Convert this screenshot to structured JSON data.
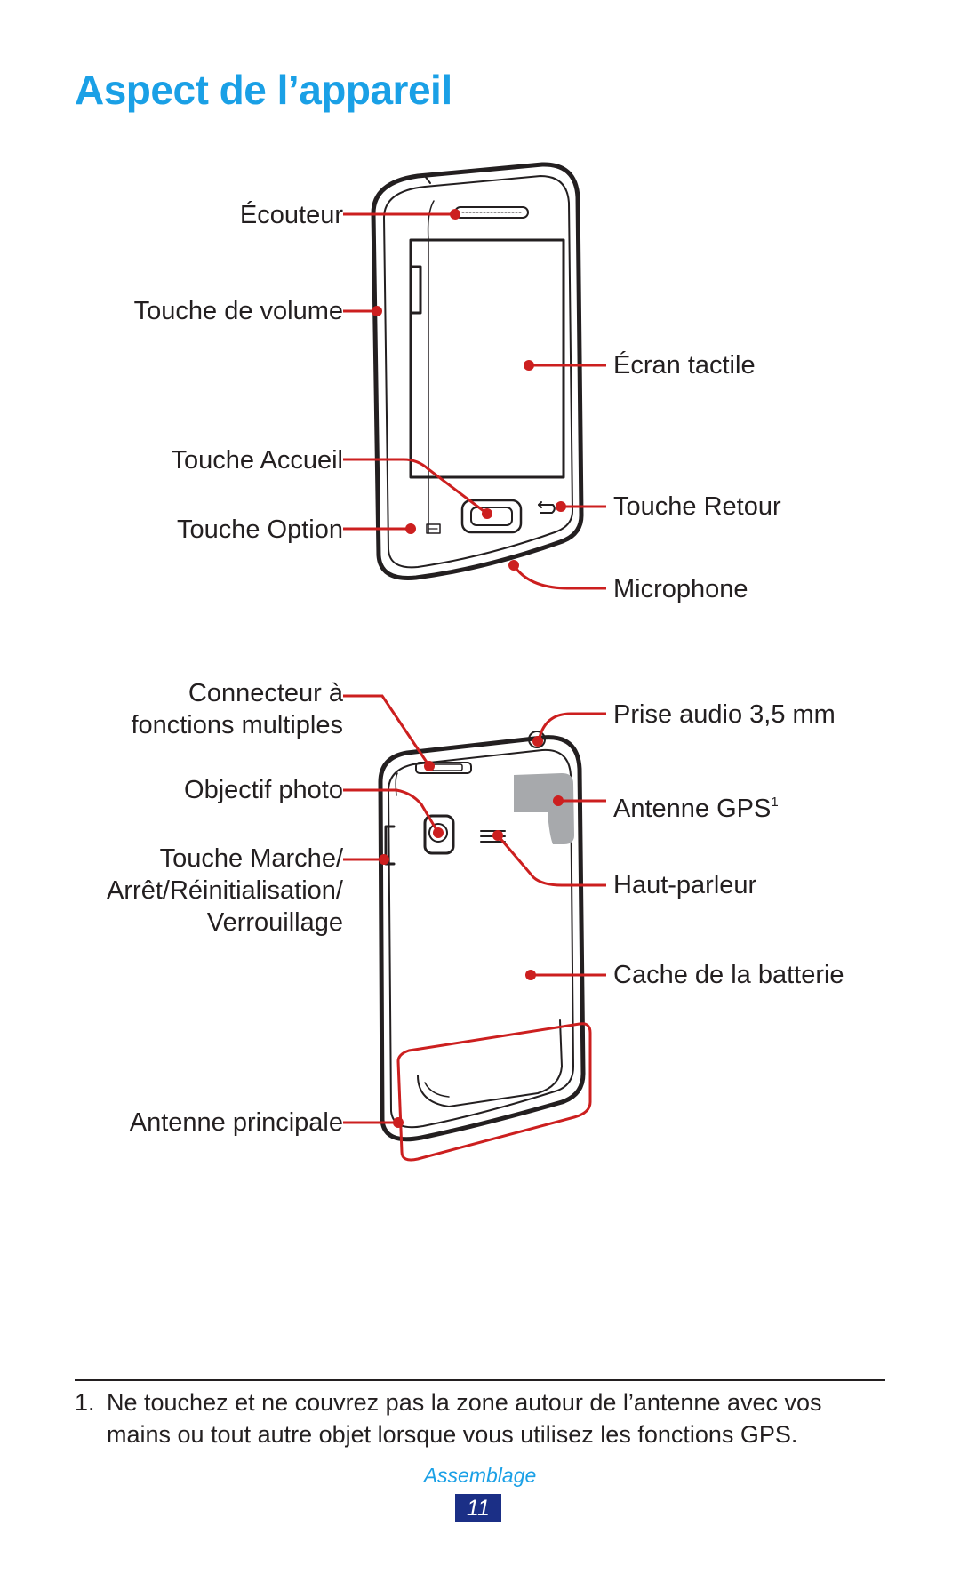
{
  "page": {
    "title": "Aspect de l’appareil",
    "footnote_number": "1.",
    "footnote_text": "Ne touchez et ne couvrez pas la zone autour de l’antenne avec vos mains ou tout autre objet lorsque vous utilisez les fonctions GPS.",
    "section": "Assemblage",
    "page_number": "11"
  },
  "front": {
    "ecouteur": "Écouteur",
    "volume": "Touche de volume",
    "ecran": "Écran tactile",
    "accueil": "Touche Accueil",
    "retour": "Touche Retour",
    "option": "Touche Option",
    "microphone": "Microphone"
  },
  "back": {
    "connecteur_line1": "Connecteur à",
    "connecteur_line2": "fonctions multiples",
    "prise_audio": "Prise audio 3,5 mm",
    "objectif": "Objectif photo",
    "antenne_gps": "Antenne GPS",
    "antenne_gps_note": "1",
    "marche_line1": "Touche Marche/",
    "marche_line2": "Arrêt/Réinitialisation/",
    "marche_line3": "Verrouillage",
    "haut_parleur": "Haut-parleur",
    "cache": "Cache de la batterie",
    "antenne_principale": "Antenne principale"
  },
  "colors": {
    "accent": "#1aa0e6",
    "callout": "#cc1f1f",
    "page_badge": "#1b2f86"
  }
}
